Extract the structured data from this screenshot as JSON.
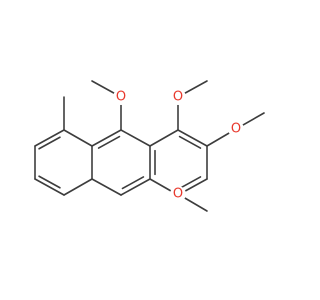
{
  "molecule": {
    "atom_color": "#e8382c",
    "bond_color": "#3d3d3d",
    "background": "#ffffff",
    "oxygen_labels": [
      "O",
      "O",
      "O",
      "O"
    ]
  }
}
